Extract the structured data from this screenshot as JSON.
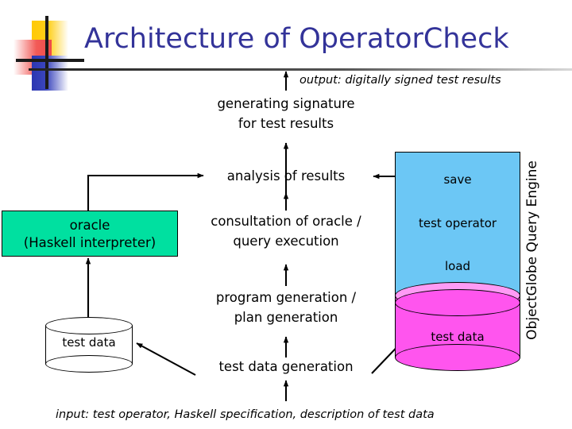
{
  "slide": {
    "title": "Architecture of OperatorCheck",
    "logo": {
      "squares": [
        "yellow-square",
        "red-square",
        "blue-square"
      ],
      "cross": "black-cross"
    }
  },
  "labels": {
    "output": "output: digitally signed test results",
    "generating_signature_line1": "generating signature",
    "generating_signature_line2": "for test results",
    "analysis_of_results": "analysis of results",
    "oracle_line1": "oracle",
    "oracle_line2": "(Haskell interpreter)",
    "consultation_line1": "consultation of oracle /",
    "consultation_line2": "query execution",
    "program_generation_line1": "program generation /",
    "program_generation_line2": "plan generation",
    "test_data_generation": "test data generation",
    "input": "input: test operator, Haskell specification, description of test data",
    "save": "save",
    "test_operator": "test operator",
    "load": "load",
    "engine_test_data": "test data",
    "local_test_data": "test data",
    "side_label": "ObjectGlobe Query Engine"
  },
  "colors": {
    "title_text": "#333399",
    "oracle_fill": "#00e0a0",
    "engine_fill": "#6cc7f5",
    "data_cylinder_fill": "#ff55ee",
    "data_cylinder_top": "#ff9bf5",
    "logo_yellow": "#ffc907",
    "logo_red": "#f04a48",
    "logo_blue": "#2b36b2",
    "arrow_stroke": "#000000",
    "rule_gradient_start": "#222222"
  }
}
